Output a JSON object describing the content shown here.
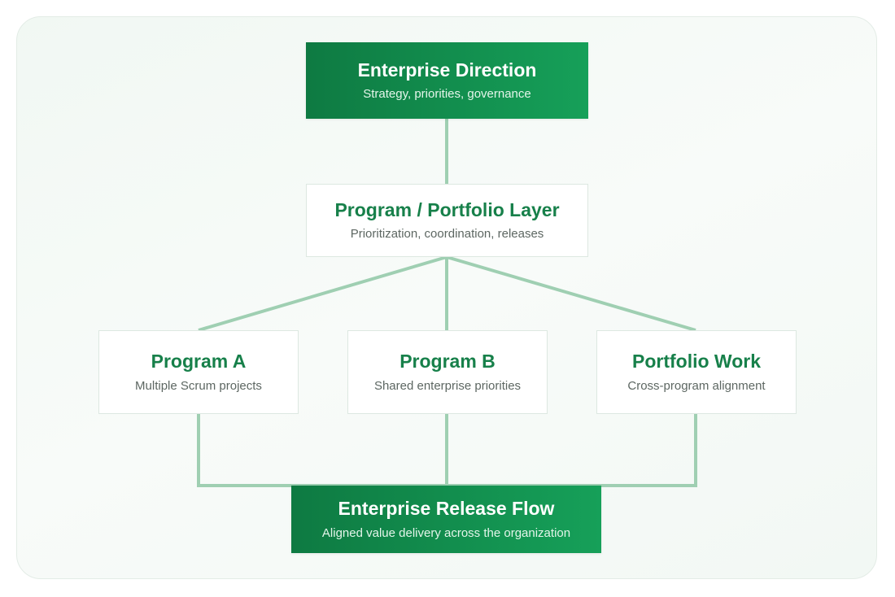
{
  "colors": {
    "primary_dark": "#0e7a42",
    "primary_light": "#16a059",
    "title_green": "#17804a",
    "connector": "#9fcfb2",
    "subtext": "#5d6762"
  },
  "nodes": {
    "enterprise": {
      "title": "Enterprise Direction",
      "subtitle": "Strategy, priorities, governance"
    },
    "program_layer": {
      "title": "Program / Portfolio Layer",
      "subtitle": "Prioritization, coordination, releases"
    },
    "program_a": {
      "title": "Program A",
      "subtitle": "Multiple Scrum projects"
    },
    "program_b": {
      "title": "Program B",
      "subtitle": "Shared enterprise priorities"
    },
    "portfolio_work": {
      "title": "Portfolio Work",
      "subtitle": "Cross-program alignment"
    },
    "release_flow": {
      "title": "Enterprise Release Flow",
      "subtitle": "Aligned value delivery across the organization"
    }
  }
}
